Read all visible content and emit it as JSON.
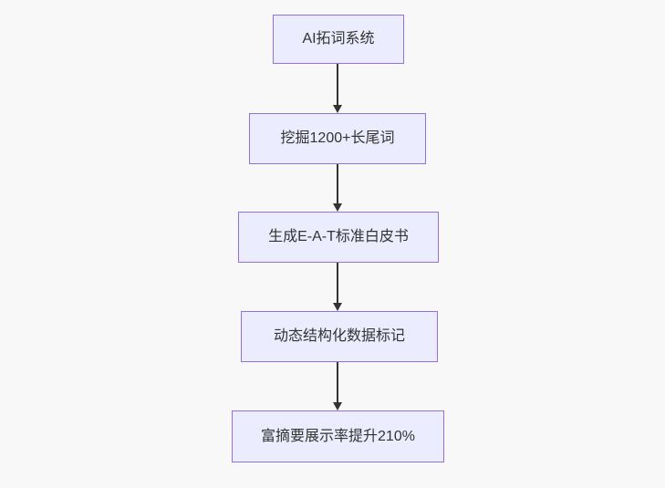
{
  "diagram": {
    "type": "flowchart",
    "direction": "top-down",
    "nodes": [
      {
        "id": "node-1",
        "label": "AI拓词系统"
      },
      {
        "id": "node-2",
        "label": "挖掘1200+长尾词"
      },
      {
        "id": "node-3",
        "label": "生成E-A-T标准白皮书"
      },
      {
        "id": "node-4",
        "label": "动态结构化数据标记"
      },
      {
        "id": "node-5",
        "label": "富摘要展示率提升210%"
      }
    ],
    "edges": [
      {
        "from": "node-1",
        "to": "node-2"
      },
      {
        "from": "node-2",
        "to": "node-3"
      },
      {
        "from": "node-3",
        "to": "node-4"
      },
      {
        "from": "node-4",
        "to": "node-5"
      }
    ],
    "colors": {
      "node_fill": "#ECECFF",
      "node_border": "#9370DB",
      "text": "#333333",
      "arrow": "#333333",
      "background": "#F8F8F8"
    }
  }
}
